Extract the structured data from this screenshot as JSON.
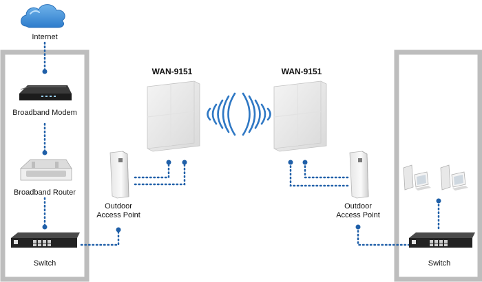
{
  "labels": {
    "internet": "Internet",
    "modem": "Broadband Modem",
    "router": "Broadband Router",
    "switch_left": "Switch",
    "ap_left_line1": "Outdoor",
    "ap_left_line2": "Access Point",
    "ap_right_line1": "Outdoor",
    "ap_right_line2": "Access Point",
    "switch_right": "Switch",
    "antenna_left": "WAN-9151",
    "antenna_right": "WAN-9151"
  },
  "colors": {
    "link_dots": "#1f5fa8",
    "cloud": "#3f92d8",
    "waves": "#2f78c4",
    "panel_border": "#bdbdbd"
  },
  "icons": [
    "cloud-icon",
    "modem-icon",
    "router-icon",
    "switch-icon",
    "access-point-icon",
    "antenna-panel-icon",
    "wireless-waves-icon",
    "desktop-computer-icon"
  ]
}
